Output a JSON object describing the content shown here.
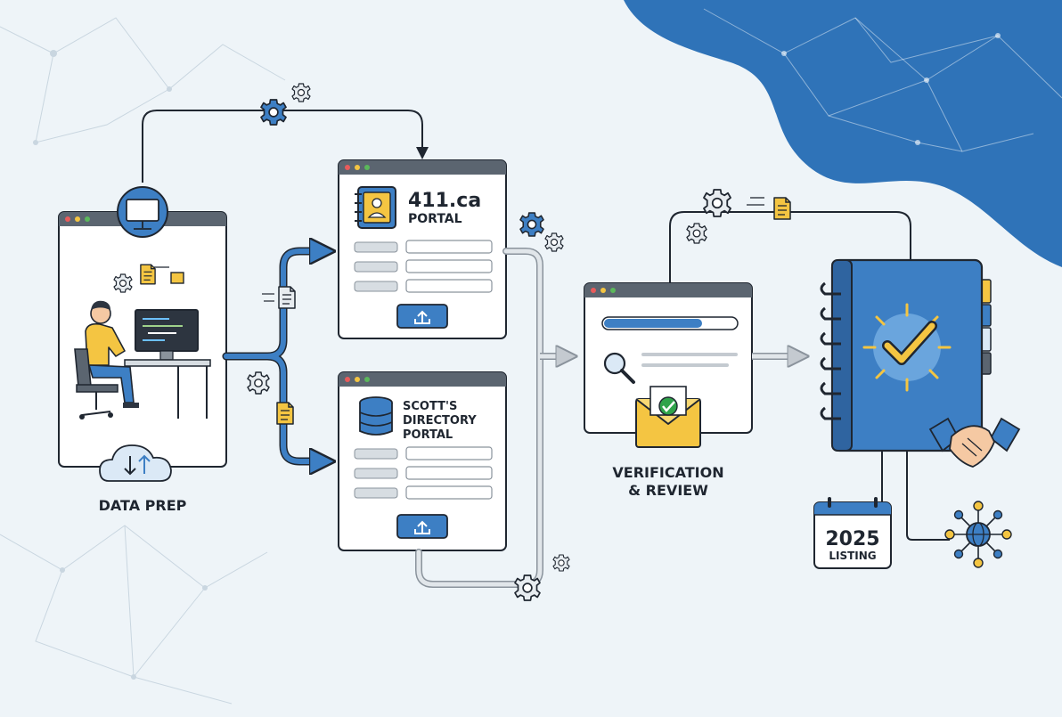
{
  "stages": {
    "data_prep": {
      "label": "DATA PREP"
    },
    "portal_411": {
      "title_line1": "411.ca",
      "title_line2": "PORTAL"
    },
    "portal_scotts": {
      "title_line1": "SCOTT'S",
      "title_line2": "DIRECTORY",
      "title_line3": "PORTAL"
    },
    "verification": {
      "label_line1": "VERIFICATION",
      "label_line2": "& REVIEW"
    },
    "listing": {
      "year": "2025",
      "label": "LISTING"
    }
  },
  "colors": {
    "background": "#eef4f8",
    "blob": "#2f73b8",
    "flow_blue": "#3d7fc4",
    "flow_gray": "#bcc3ca",
    "accent_yellow": "#f4c542",
    "navy_outline": "#1f2630",
    "check_green": "#2fa34a"
  },
  "icons": [
    "monitor-icon",
    "gear-icon",
    "document-icon",
    "cloud-sync-icon",
    "address-book-icon",
    "database-icon",
    "upload-icon",
    "magnifier-icon",
    "envelope-check-icon",
    "calendar-icon",
    "handshake-icon",
    "network-globe-icon",
    "binder-check-icon"
  ]
}
